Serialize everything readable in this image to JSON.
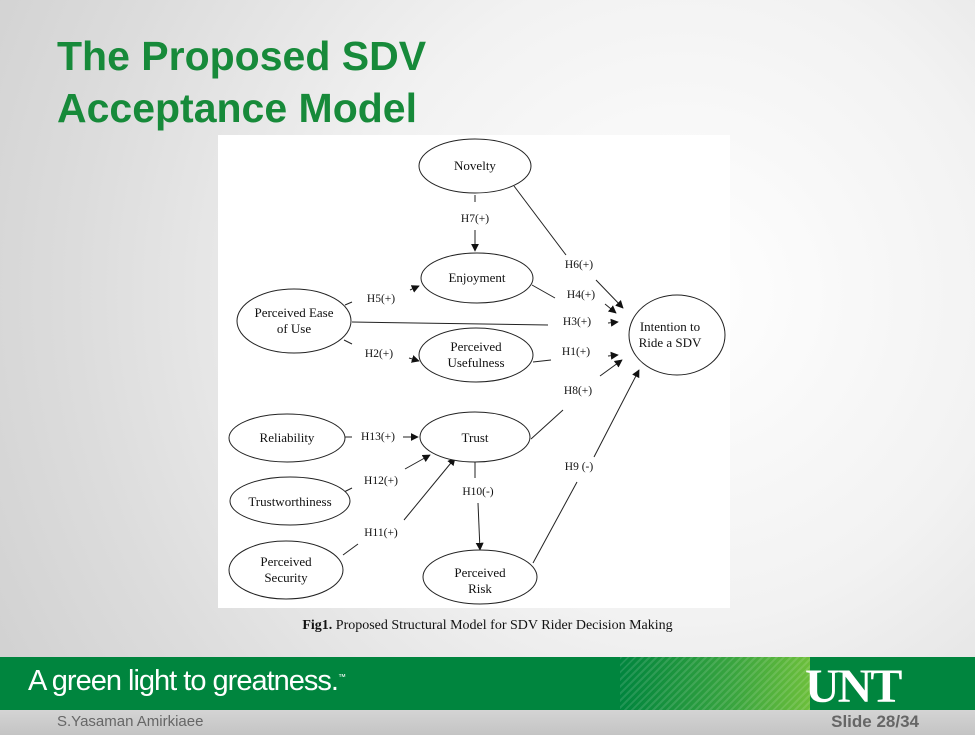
{
  "title": {
    "line1": "The Proposed SDV",
    "line2": "Acceptance Model"
  },
  "diagram": {
    "nodes": {
      "novelty": "Novelty",
      "enjoyment": "Enjoyment",
      "peou": [
        "Perceived Ease",
        "of Use"
      ],
      "pu": [
        "Perceived",
        "Usefulness"
      ],
      "intention": [
        "Intention to",
        "Ride a SDV"
      ],
      "reliability": "Reliability",
      "trust": "Trust",
      "trustworthiness": "Trustworthiness",
      "security": [
        "Perceived",
        "Security"
      ],
      "risk": [
        "Perceived",
        "Risk"
      ]
    },
    "hypotheses": {
      "h1": "H1(+)",
      "h2": "H2(+)",
      "h3": "H3(+)",
      "h4": "H4(+)",
      "h5": "H5(+)",
      "h6": "H6(+)",
      "h7": "H7(+)",
      "h8": "H8(+)",
      "h9": "H9 (-)",
      "h10": "H10(-)",
      "h11": "H11(+)",
      "h12": "H12(+)",
      "h13": "H13(+)"
    },
    "caption_prefix": "Fig1.",
    "caption_text": " Proposed Structural Model for SDV Rider Decision Making"
  },
  "footer": {
    "tagline": "A green light to greatness.",
    "tm": "™",
    "logo": "UNT",
    "author": "S.Yasaman Amirkiaee",
    "slide": "Slide 28/34"
  },
  "colors": {
    "brand_green": "#00853e",
    "title_green": "#178a3a"
  }
}
